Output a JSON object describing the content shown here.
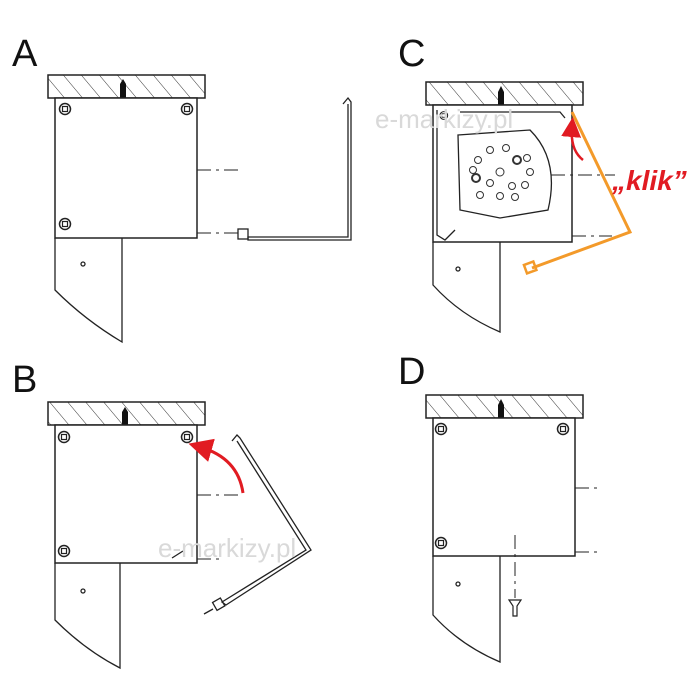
{
  "panels": [
    {
      "label": "A"
    },
    {
      "label": "B"
    },
    {
      "label": "C"
    },
    {
      "label": "D"
    }
  ],
  "annotation": "„klik”",
  "watermark": "e-markizy.pl",
  "colors": {
    "arrow": "#e11b22",
    "cover_highlight": "#f39a2a",
    "line": "#222222"
  }
}
